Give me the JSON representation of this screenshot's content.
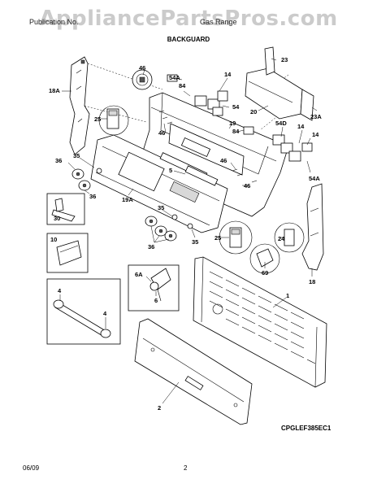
{
  "watermark": "AppliancePartsPros.com",
  "header": {
    "publication_left": "Publication No.",
    "publication_right": "Gas Range",
    "section_title": "BACKGUARD"
  },
  "footer": {
    "date": "06/09",
    "page": "2",
    "model_code": "CPGLEF385EC1"
  },
  "callouts": {
    "c18A": "18A",
    "c46a": "46",
    "c54Aa": "54A",
    "c84a": "84",
    "c14a": "14",
    "c23": "23",
    "c54a": "54",
    "c20": "20",
    "c23A": "23A",
    "c25a": "25",
    "c46b": "46",
    "c19": "19",
    "c84b": "84",
    "c54D": "54D",
    "c14b": "14",
    "c14c": "14",
    "c36a": "36",
    "c35a": "35",
    "c5": "5",
    "c46c": "46",
    "c54Ab": "54A",
    "c46d": "46",
    "c19A": "19A",
    "c36b": "36",
    "c30": "30",
    "c35b": "35",
    "c36c": "36",
    "c35c": "35",
    "c25b": "25",
    "c24": "24",
    "c10": "10",
    "c69": "69",
    "c18": "18",
    "c6A": "6A",
    "c6": "6",
    "c1": "1",
    "c4a": "4",
    "c4b": "4",
    "c2": "2"
  }
}
